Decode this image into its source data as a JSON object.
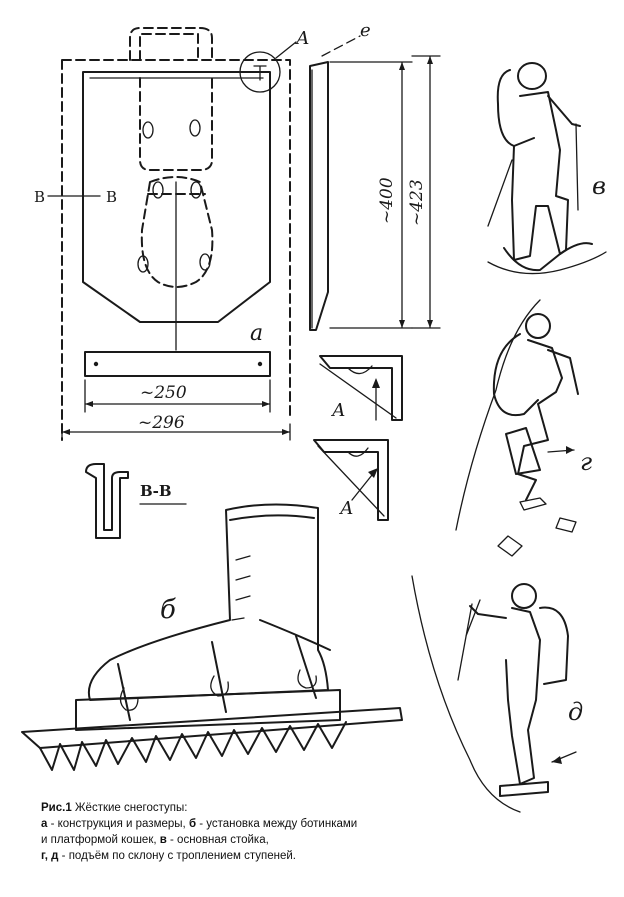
{
  "labels": {
    "section_left": "В",
    "section_right": "В",
    "callout_a_top": "А",
    "callout_e": "е",
    "dim_400": "~400",
    "dim_423": "~423",
    "dim_250": "~250",
    "dim_296": "~296",
    "fig_a": "а",
    "fig_b": "б",
    "fig_v": "в",
    "fig_g": "г",
    "fig_d": "д",
    "detail_a1": "А",
    "detail_a2": "А",
    "section_bb": "В-В"
  },
  "caption": {
    "title_prefix": "Рис.1",
    "title_text": " Жёсткие снегоступы:",
    "line1_key": "а",
    "line1_text": " - конструкция и размеры, ",
    "line1_key2": "б",
    "line1_text2": " - установка между ботинками",
    "line2_text": "и платформой кошек, ",
    "line2_key": "в",
    "line2_text2": " - основная стойка,",
    "line3_key": "г, д",
    "line3_text": " - подъём по склону с троплением ступеней."
  }
}
